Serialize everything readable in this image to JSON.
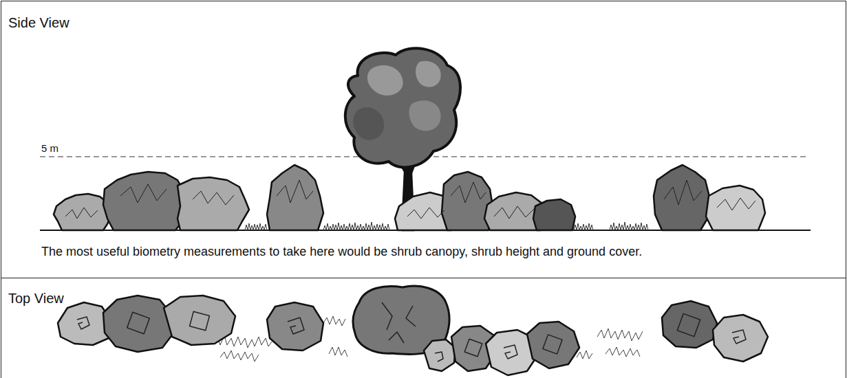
{
  "diagram": {
    "nodes": [
      {
        "text": [
          "Side View",
          "The most useful biometry measurements to take here would be shrub canopy, shrub height and ground cover."
        ]
      },
      {
        "text": [
          "Top View"
        ]
      }
    ],
    "labels": [
      "5 m"
    ]
  }
}
